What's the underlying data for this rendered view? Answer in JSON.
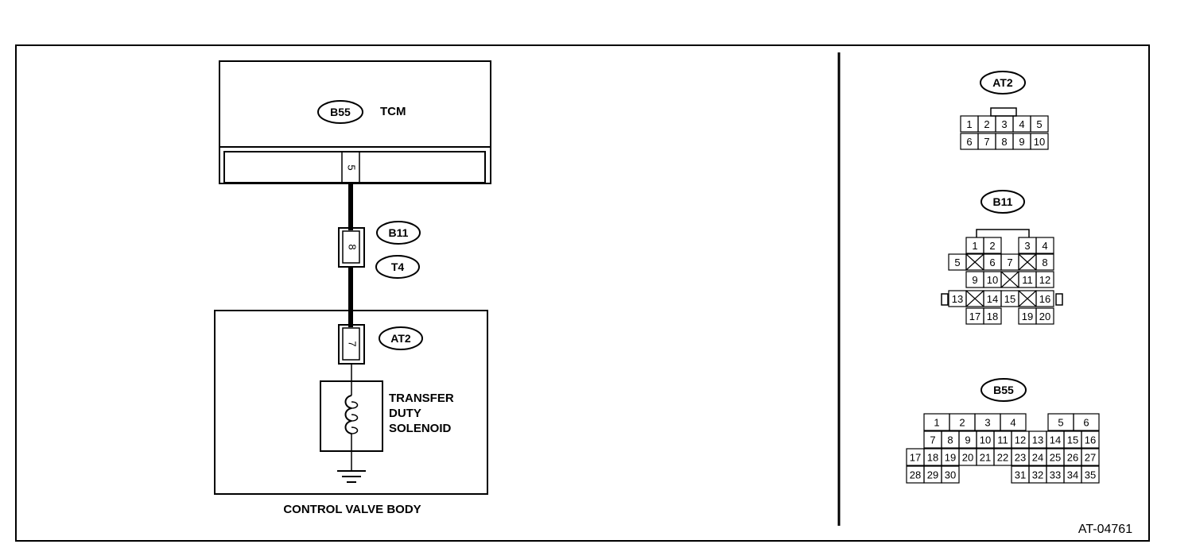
{
  "diagram_id": "AT-04761",
  "tcm": {
    "connector": "B55",
    "label": "TCM",
    "pin": "5"
  },
  "harness_connector": {
    "upper": "B11",
    "lower": "T4",
    "pin": "8"
  },
  "valve_body": {
    "label": "CONTROL VALVE BODY",
    "connector": "AT2",
    "pin": "7",
    "component": [
      "TRANSFER",
      "DUTY",
      "SOLENOID"
    ]
  },
  "connector_views": {
    "at2": {
      "name": "AT2",
      "row1": [
        "1",
        "2",
        "3",
        "4",
        "5"
      ],
      "row2": [
        "6",
        "7",
        "8",
        "9",
        "10"
      ]
    },
    "b11": {
      "name": "B11",
      "row1": [
        "1",
        "2",
        "3",
        "4"
      ],
      "row2": [
        "5",
        "6",
        "7",
        "8"
      ],
      "row3": [
        "9",
        "10",
        "11",
        "12"
      ],
      "row4": [
        "13",
        "14",
        "15",
        "16"
      ],
      "row5": [
        "17",
        "18",
        "19",
        "20"
      ]
    },
    "b55": {
      "name": "B55",
      "row1": [
        "1",
        "2",
        "3",
        "4",
        "5",
        "6"
      ],
      "row2": [
        "7",
        "8",
        "9",
        "10",
        "11",
        "12",
        "13",
        "14",
        "15",
        "16"
      ],
      "row3": [
        "17",
        "18",
        "19",
        "20",
        "21",
        "22",
        "23",
        "24",
        "25",
        "26",
        "27"
      ],
      "row4": [
        "28",
        "29",
        "30",
        "31",
        "32",
        "33",
        "34",
        "35"
      ]
    }
  }
}
